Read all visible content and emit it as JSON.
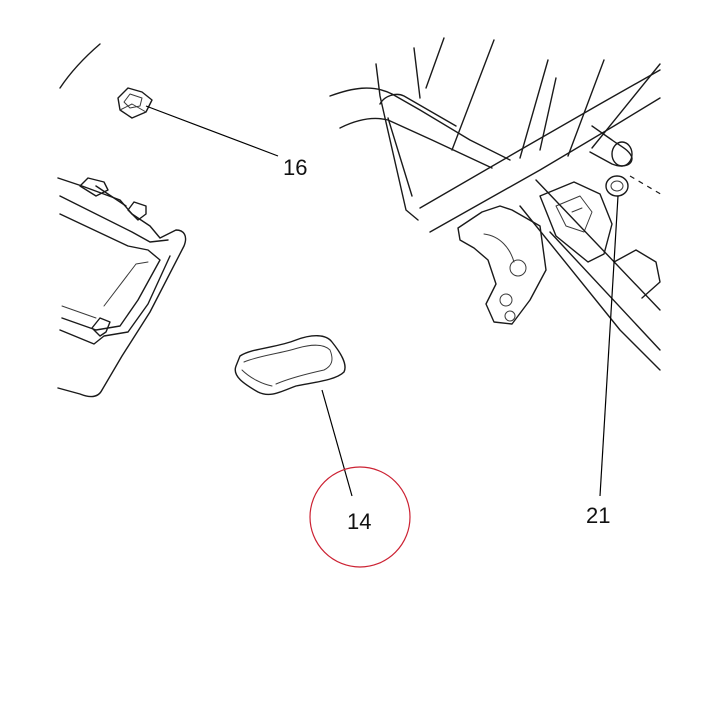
{
  "callouts": [
    {
      "id": "16",
      "label": "16",
      "highlighted": false
    },
    {
      "id": "14",
      "label": "14",
      "highlighted": true
    },
    {
      "id": "21",
      "label": "21",
      "highlighted": false
    }
  ],
  "colors": {
    "linework": "#1a1a1a",
    "highlight_circle": "#cc2233",
    "background": "#ffffff"
  }
}
